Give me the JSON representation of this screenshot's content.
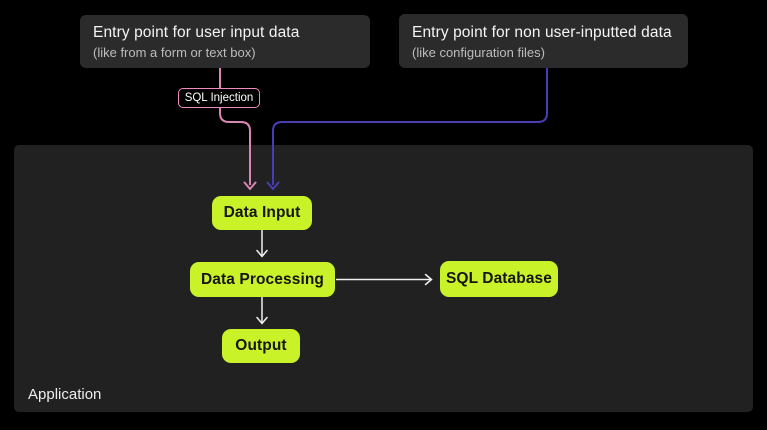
{
  "colors": {
    "background": "#000000",
    "application_bg": "#212121",
    "entry_box_bg": "#2b2b2b",
    "node_bg": "#c9f229",
    "node_text": "#151515",
    "entry_title_text": "#f4f4f4",
    "entry_subtitle_text": "#bdbdbd",
    "pink_line": "#d886b2",
    "pink_border": "#f08bc0",
    "blue_line": "#473eb4",
    "white_line": "#f0f0f0"
  },
  "entry_points": {
    "user_input": {
      "title": "Entry point for user input data",
      "subtitle": "(like from a form or text box)"
    },
    "non_user_input": {
      "title": "Entry point for non user-inputted data",
      "subtitle": "(like configuration files)"
    }
  },
  "threat_label": {
    "text": "SQL Injection"
  },
  "application": {
    "label": "Application",
    "nodes": {
      "data_input": "Data Input",
      "data_processing": "Data Processing",
      "sql_database": "SQL Database",
      "output": "Output"
    }
  }
}
